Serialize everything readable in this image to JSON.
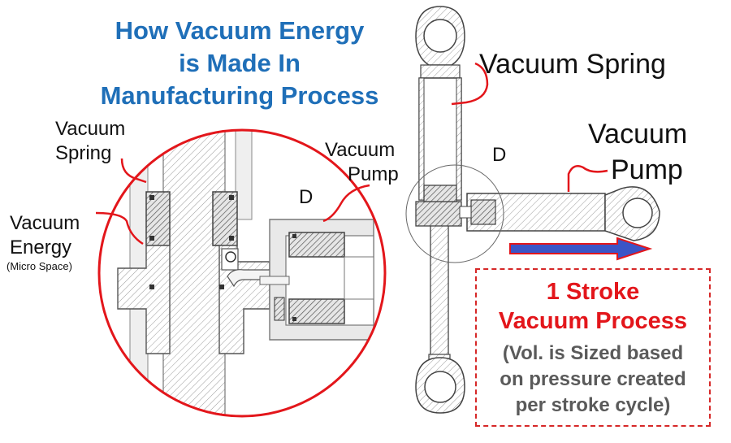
{
  "title": {
    "line1": "How Vacuum Energy",
    "line2": "is Made In",
    "line3": "Manufacturing Process"
  },
  "detail_labels": {
    "spring_line1": "Vacuum",
    "spring_line2": "Spring",
    "pump_line1": "Vacuum",
    "pump_line2": "Pump",
    "energy_line1": "Vacuum",
    "energy_line2": "Energy",
    "energy_note": "(Micro Space)",
    "d": "D"
  },
  "assembly_labels": {
    "spring": "Vacuum Spring",
    "pump_line1": "Vacuum",
    "pump_line2": "Pump",
    "d": "D"
  },
  "stroke_box": {
    "title_line1": "1 Stroke",
    "title_line2": "Vacuum Process",
    "note_line1": "(Vol. is Sized based",
    "note_line2": "on pressure created",
    "note_line3": "per stroke cycle)"
  },
  "colors": {
    "title": "#1f6fb8",
    "accent_red": "#e3161b",
    "arrow_blue": "#3b55c7",
    "note_gray": "#5a5a5a"
  }
}
